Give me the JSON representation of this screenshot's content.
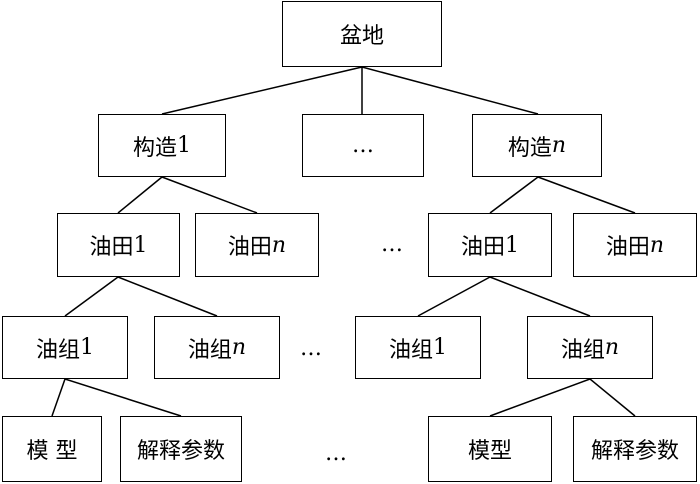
{
  "root": {
    "label": "盆地"
  },
  "level1": {
    "first_prefix": "构造",
    "first_index": "1",
    "middle_ellipsis": "…",
    "last_prefix": "构造",
    "last_index": "n"
  },
  "level2": {
    "left_first_prefix": "油田",
    "left_first_index": "1",
    "left_last_prefix": "油田",
    "left_last_index": "n",
    "gap_ellipsis": "…",
    "right_first_prefix": "油田",
    "right_first_index": "1",
    "right_last_prefix": "油田",
    "right_last_index": "n"
  },
  "level3": {
    "left_first_prefix": "油组",
    "left_first_index": "1",
    "left_last_prefix": "油组",
    "left_last_index": "n",
    "gap_ellipsis": "…",
    "right_first_prefix": "油组",
    "right_first_index": "1",
    "right_last_prefix": "油组",
    "right_last_index": "n"
  },
  "level4": {
    "left_model": "模 型",
    "left_params": "解释参数",
    "gap_ellipsis": "…",
    "right_model": "模型",
    "right_params": "解释参数"
  },
  "colors": {
    "line": "#000000",
    "box_border": "#000000",
    "background": "#ffffff"
  }
}
